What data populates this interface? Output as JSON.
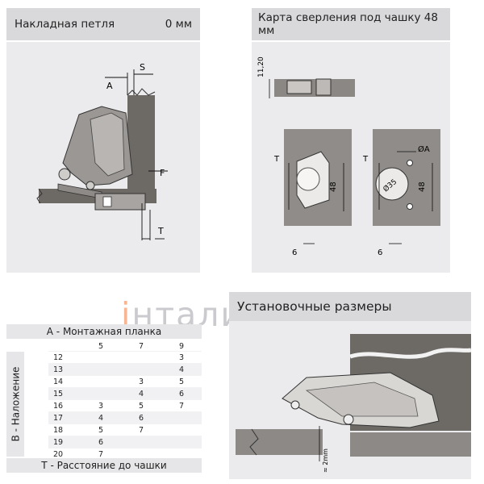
{
  "hinge_panel": {
    "title": "Накладная петля",
    "value": "0 мм",
    "labels": {
      "a": "A",
      "s": "S",
      "f": "F",
      "t": "T"
    }
  },
  "drill_panel": {
    "title": "Карта сверления под чашку 48 мм",
    "labels": {
      "top_dim": "11,20",
      "t_left": "T",
      "t_right": "T",
      "dim48_left": "48",
      "dim48_right": "48",
      "dia35": "Ø35",
      "dia_a": "ØA",
      "six_left": "6",
      "six_right": "6"
    }
  },
  "install_panel": {
    "title": "Установочные размеры",
    "label_2mm": "≈ 2mm"
  },
  "watermark": {
    "text_i": "i",
    "text_rest": "нталика"
  },
  "table": {
    "title": "A - Монтажная планка",
    "side_label": "B - Наложение",
    "footer": "T - Расстояние до чашки",
    "col_headers": [
      "5",
      "7",
      "9"
    ],
    "rows": [
      {
        "b": "12",
        "c5": "",
        "c7": "",
        "c9": "3"
      },
      {
        "b": "13",
        "c5": "",
        "c7": "",
        "c9": "4"
      },
      {
        "b": "14",
        "c5": "",
        "c7": "3",
        "c9": "5"
      },
      {
        "b": "15",
        "c5": "",
        "c7": "4",
        "c9": "6"
      },
      {
        "b": "16",
        "c5": "3",
        "c7": "5",
        "c9": "7"
      },
      {
        "b": "17",
        "c5": "4",
        "c7": "6",
        "c9": ""
      },
      {
        "b": "18",
        "c5": "5",
        "c7": "7",
        "c9": ""
      },
      {
        "b": "19",
        "c5": "6",
        "c7": "",
        "c9": ""
      },
      {
        "b": "20",
        "c5": "7",
        "c7": "",
        "c9": ""
      }
    ]
  }
}
